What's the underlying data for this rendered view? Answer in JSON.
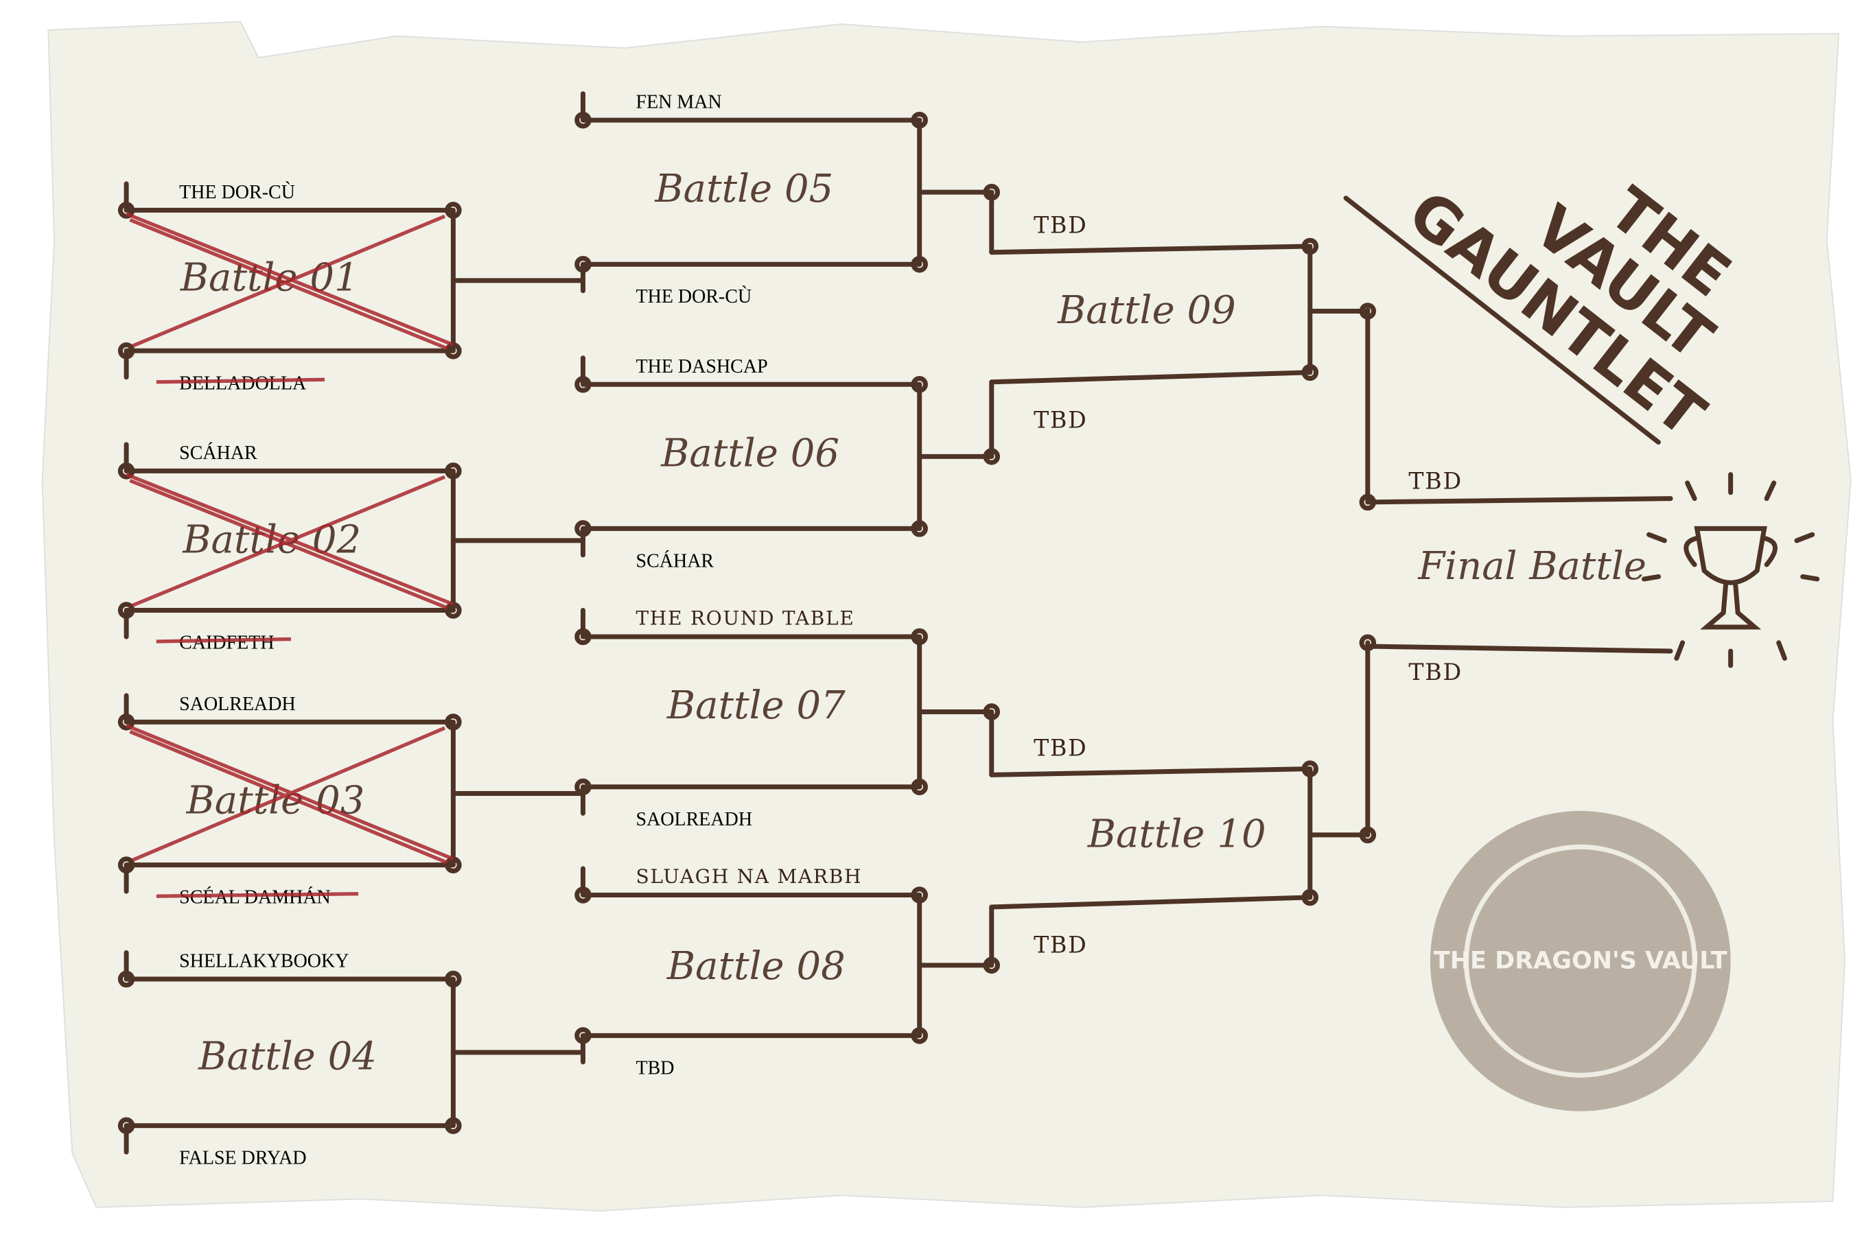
{
  "title": {
    "line1": "THE",
    "line2": "VAULT",
    "line3": "GAUNTLET"
  },
  "colors": {
    "paper": "#f1f1e8",
    "ink": "#4e3426",
    "cross": "#a8262c"
  },
  "round1": [
    {
      "battle": "Battle 01",
      "top": "THE DOR-CÙ",
      "bottom": "BELLADOLLA",
      "eliminated": "bottom",
      "done": true
    },
    {
      "battle": "Battle 02",
      "top": "SCÁHAR",
      "bottom": "CAIDFETH",
      "eliminated": "bottom",
      "done": true
    },
    {
      "battle": "Battle 03",
      "top": "SAOLREADH",
      "bottom": "SCÉAL DAMHÁN",
      "eliminated": "bottom",
      "done": true
    },
    {
      "battle": "Battle 04",
      "top": "SHELLAKYBOOKY",
      "bottom": "FALSE DRYAD",
      "done": false
    }
  ],
  "round2": [
    {
      "battle": "Battle 05",
      "top": "FEN MAN",
      "bottom": "THE DOR-CÙ"
    },
    {
      "battle": "Battle 06",
      "top": "THE DASHCAP",
      "bottom": "SCÁHAR"
    },
    {
      "battle": "Battle 07",
      "top": "THE ROUND TABLE",
      "bottom": "SAOLREADH"
    },
    {
      "battle": "Battle 08",
      "top": "SLUAGH NA MARBH",
      "bottom": "TBD"
    }
  ],
  "round3": [
    {
      "battle": "Battle 09",
      "top": "TBD",
      "bottom": "TBD"
    },
    {
      "battle": "Battle 10",
      "top": "TBD",
      "bottom": "TBD"
    }
  ],
  "final": {
    "battle": "Final Battle",
    "top": "TBD",
    "bottom": "TBD"
  },
  "seal": {
    "text": "THE DRAGON'S VAULT"
  }
}
